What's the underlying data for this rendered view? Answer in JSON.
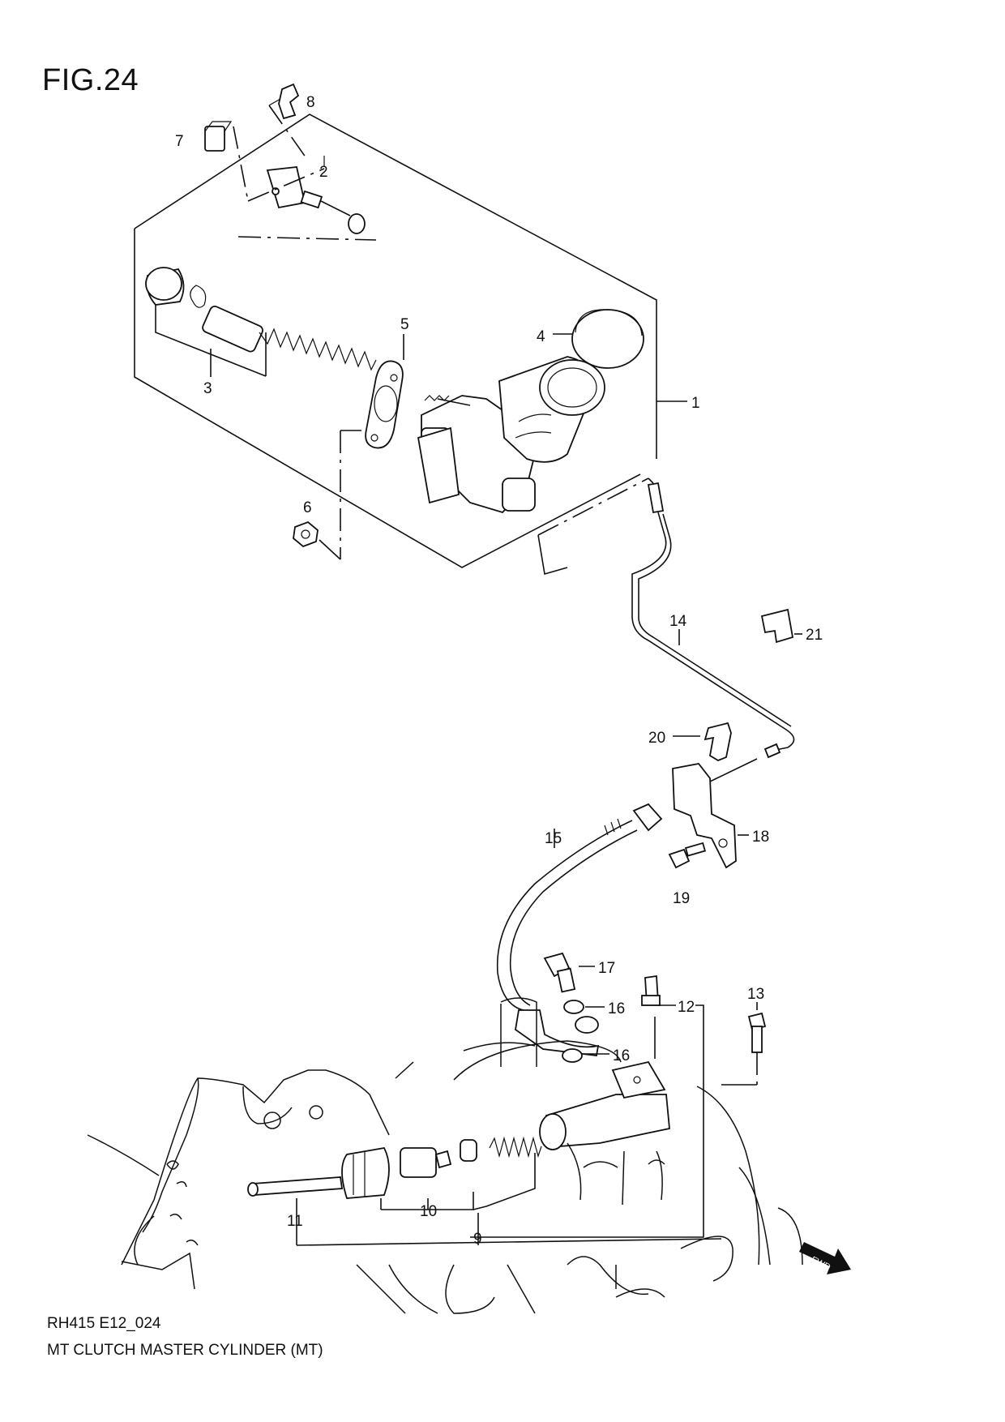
{
  "figure": {
    "title": "FIG.24"
  },
  "footer": {
    "code": "RH415 E12_024",
    "caption": "MT CLUTCH MASTER CYLINDER (MT)"
  },
  "fwd_badge": "FWD",
  "callouts": [
    {
      "id": "1",
      "text": "1"
    },
    {
      "id": "2",
      "text": "2"
    },
    {
      "id": "3",
      "text": "3"
    },
    {
      "id": "4",
      "text": "4"
    },
    {
      "id": "5",
      "text": "5"
    },
    {
      "id": "6",
      "text": "6"
    },
    {
      "id": "7",
      "text": "7"
    },
    {
      "id": "8",
      "text": "8"
    },
    {
      "id": "9",
      "text": "9"
    },
    {
      "id": "10",
      "text": "10"
    },
    {
      "id": "11",
      "text": "11"
    },
    {
      "id": "12",
      "text": "12"
    },
    {
      "id": "13",
      "text": "13"
    },
    {
      "id": "14",
      "text": "14"
    },
    {
      "id": "15",
      "text": "15"
    },
    {
      "id": "16a",
      "text": "16"
    },
    {
      "id": "16b",
      "text": "16"
    },
    {
      "id": "17",
      "text": "17"
    },
    {
      "id": "18",
      "text": "18"
    },
    {
      "id": "19",
      "text": "19"
    },
    {
      "id": "20",
      "text": "20"
    },
    {
      "id": "21",
      "text": "21"
    }
  ]
}
